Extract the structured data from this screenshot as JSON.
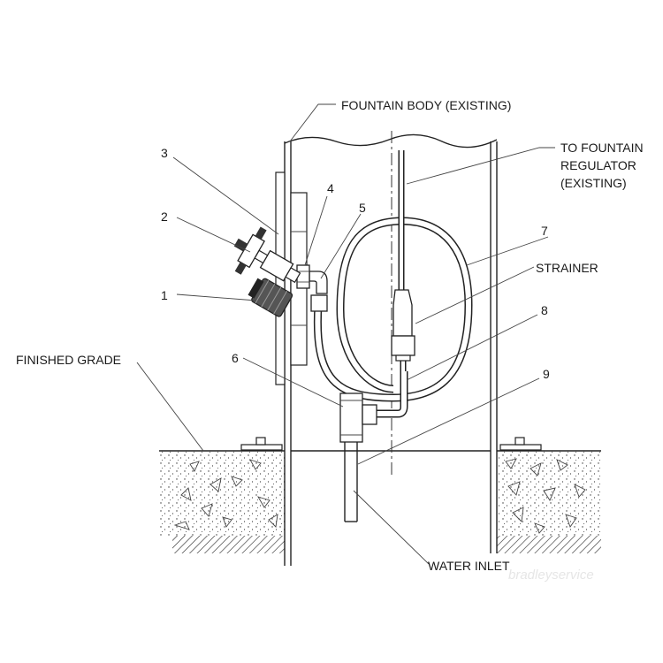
{
  "labels": {
    "fountain_body": "FOUNTAIN BODY (EXISTING)",
    "regulator_1": "TO FOUNTAIN",
    "regulator_2": "REGULATOR",
    "regulator_3": "(EXISTING)",
    "strainer": "STRAINER",
    "finished_grade": "FINISHED GRADE",
    "water_inlet": "WATER INLET"
  },
  "callouts": [
    "1",
    "2",
    "3",
    "4",
    "5",
    "6",
    "7",
    "8",
    "9"
  ],
  "watermark": "bradleyservice"
}
